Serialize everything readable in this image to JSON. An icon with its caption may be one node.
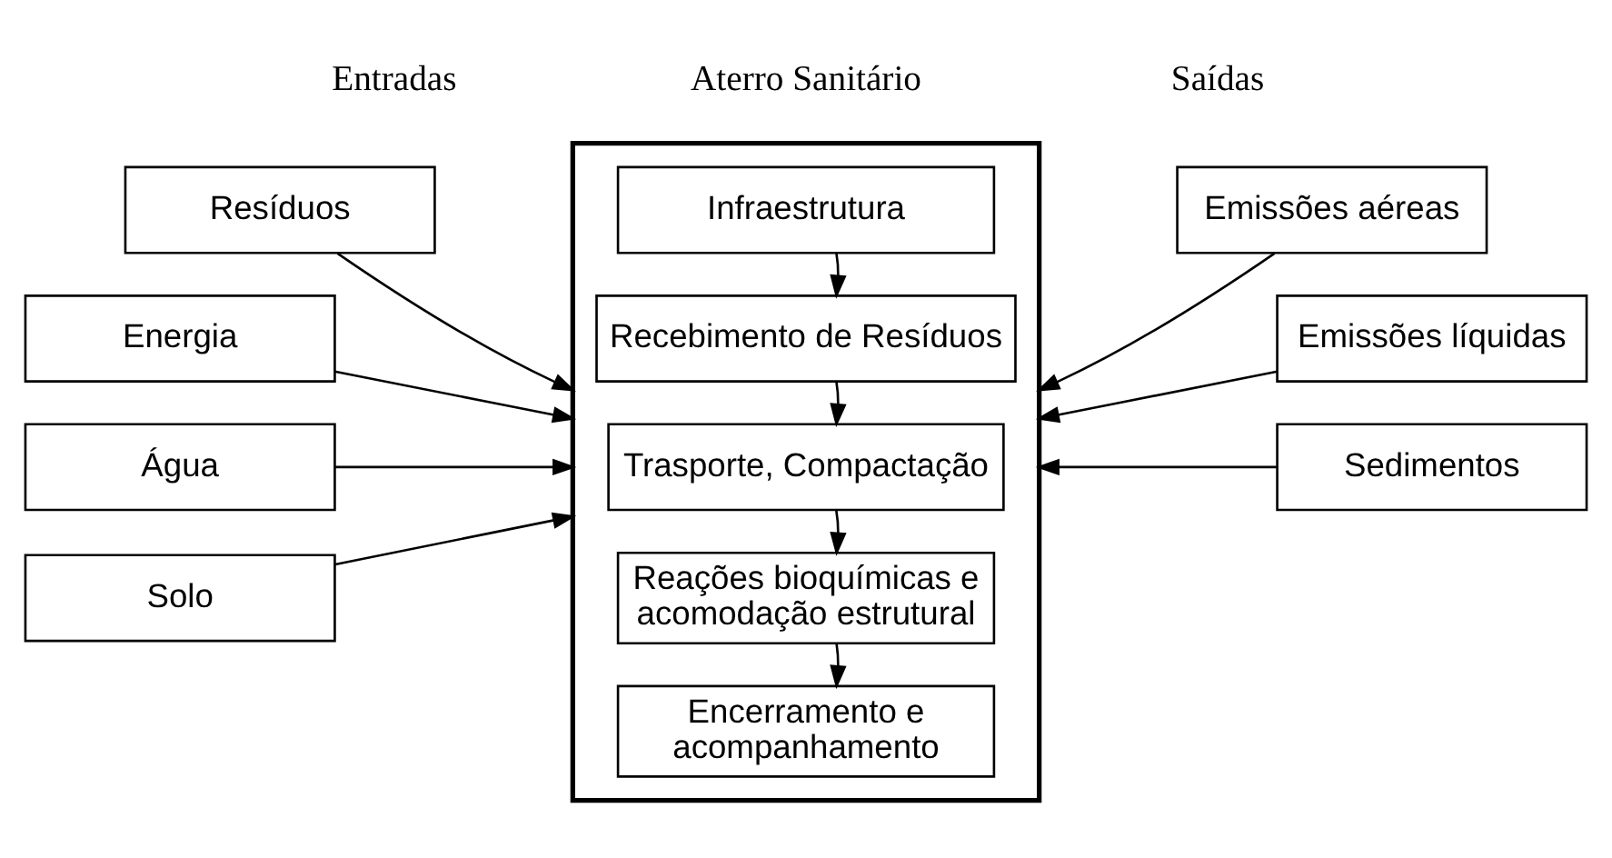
{
  "diagram": {
    "nodes": [
      {
        "text": [],
        "shape": "box"
      },
      {
        "text": [
          "Infraestrutura"
        ],
        "in": 0
      },
      {
        "text": [
          "Recebimento de Resíduos"
        ],
        "in": 0
      },
      {
        "text": [
          "Trasporte, Compactação"
        ],
        "in": 0
      },
      {
        "text": [
          "Reações bioquímicas e acomodação estrutural"
        ],
        "in": 0
      },
      {
        "text": [
          "Encerramento e acompanhamento"
        ],
        "in": 0
      },
      {
        "text": [
          "Resíduos"
        ]
      },
      {
        "text": [
          "Energia"
        ]
      },
      {
        "text": [
          "Água"
        ]
      },
      {
        "text": [
          "Solo"
        ]
      },
      {
        "text": [
          "Emissões aéreas"
        ]
      },
      {
        "text": [
          "Emissões líquidas"
        ]
      },
      {
        "text": [
          "Sedimentos"
        ]
      }
    ],
    "edges": [
      {
        "from": 1,
        "to": 2,
        "arrow": "to"
      },
      {
        "from": 2,
        "to": 3,
        "arrow": "to"
      },
      {
        "from": 3,
        "to": 4,
        "arrow": "to"
      },
      {
        "from": 4,
        "to": 5,
        "arrow": "to"
      },
      {
        "from": 6,
        "to": 0,
        "arrow": "to"
      },
      {
        "from": 7,
        "to": 0,
        "arrow": "to"
      },
      {
        "from": 8,
        "to": 0,
        "arrow": "to"
      },
      {
        "from": 9,
        "to": 0,
        "arrow": "to"
      },
      {
        "from": 10,
        "to": 0,
        "arrow": "to"
      },
      {
        "from": 11,
        "to": 0,
        "arrow": "to"
      },
      {
        "from": 12,
        "to": 0,
        "arrow": "to"
      }
    ],
    "labels": [
      "Entradas",
      "Aterro Sanitário",
      "Saídas"
    ]
  }
}
